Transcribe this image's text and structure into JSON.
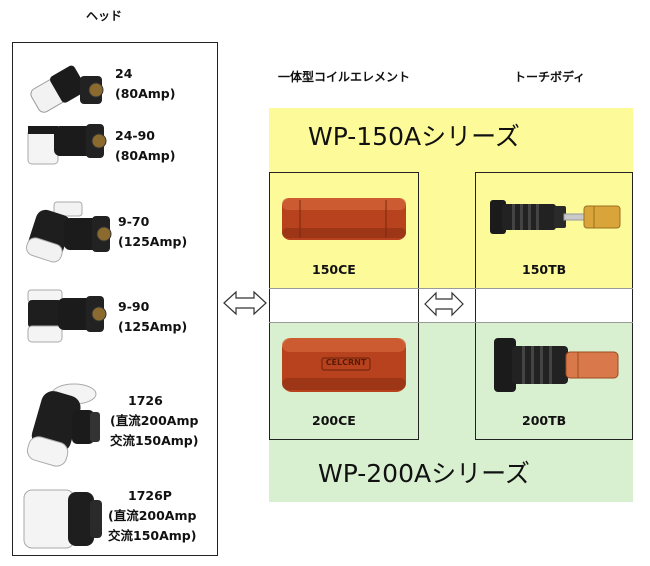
{
  "headers": {
    "head": "ヘッド",
    "coil": "一体型コイルエレメント",
    "torch_body": "トーチボディ"
  },
  "heads": [
    {
      "lines": [
        "24",
        "(80Amp)"
      ]
    },
    {
      "lines": [
        "24-90",
        "(80Amp)"
      ]
    },
    {
      "lines": [
        "9-70",
        "(125Amp)"
      ]
    },
    {
      "lines": [
        "9-90",
        "(125Amp)"
      ]
    },
    {
      "lines": [
        "1726",
        "(直流200Amp",
        "交流150Amp)"
      ]
    },
    {
      "lines": [
        "1726P",
        "(直流200Amp",
        "交流150Amp)"
      ]
    }
  ],
  "series": {
    "top": "WP-150Aシリーズ",
    "bottom": "WP-200Aシリーズ"
  },
  "parts": {
    "coil_top": "150CE",
    "coil_bottom": "200CE",
    "body_top": "150TB",
    "body_bottom": "200TB",
    "coil_bottom_stamp": "CELCRNT"
  },
  "colors": {
    "yellow_band": "#fdfa9a",
    "green_band": "#d8f0d0",
    "coil_red": "#b8421e",
    "brass": "#d9a43a",
    "copper": "#d9784a"
  }
}
